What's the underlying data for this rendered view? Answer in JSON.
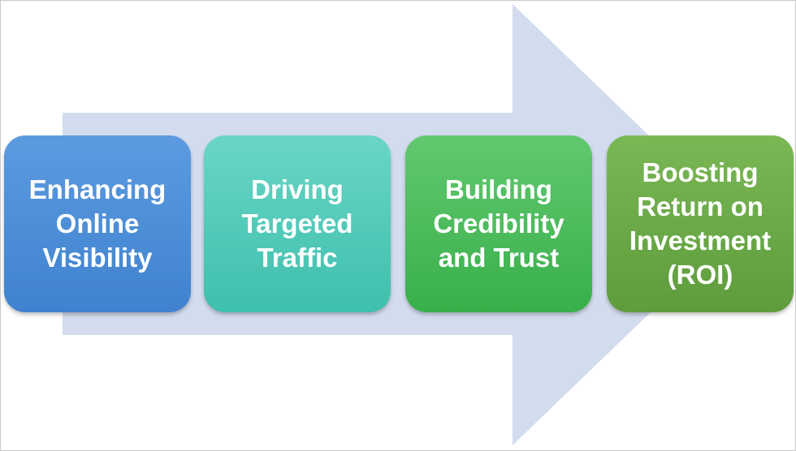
{
  "diagram": {
    "arrow_color": "#d3dcee",
    "steps": [
      {
        "label": "Enhancing\nOnline\nVisibility",
        "color_top": "#5c9be0",
        "color_bottom": "#3f82cf"
      },
      {
        "label": "Driving\nTargeted\nTraffic",
        "color_top": "#69d6c6",
        "color_bottom": "#3fbfad"
      },
      {
        "label": "Building\nCredibility\nand Trust",
        "color_top": "#63c870",
        "color_bottom": "#38b04a"
      },
      {
        "label": "Boosting\nReturn on\nInvestment\n(ROI)",
        "color_top": "#7ab855",
        "color_bottom": "#5e9c3c"
      }
    ]
  }
}
